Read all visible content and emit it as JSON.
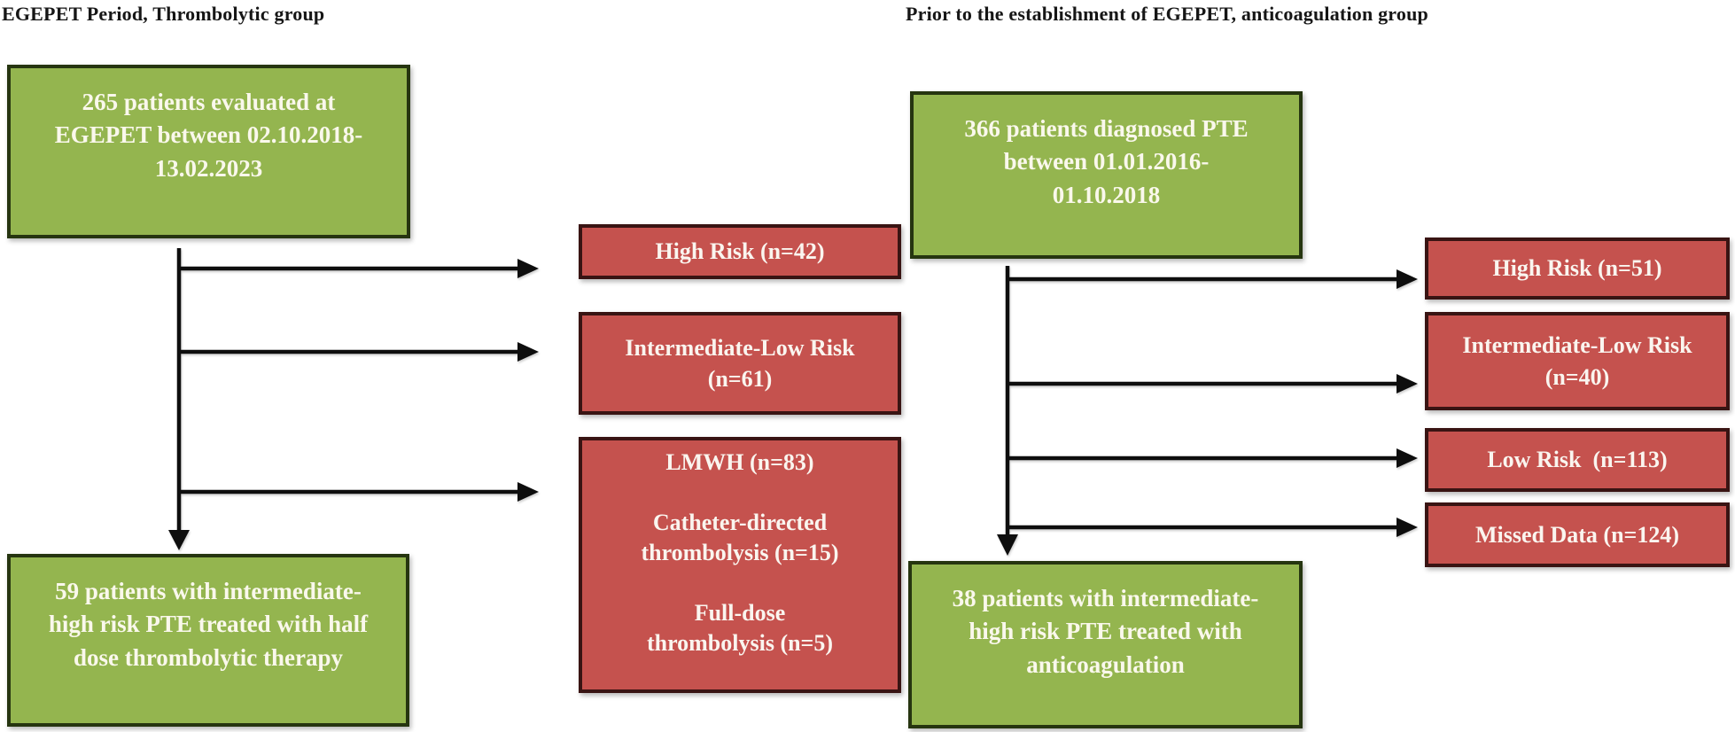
{
  "colors": {
    "green_fill": "#94b54f",
    "green_border": "#263510",
    "red_fill": "#c5524e",
    "red_border": "#391413",
    "arrow": "#0e0e0e",
    "box_text": "#faf8ec",
    "title_text": "#161616",
    "background": "#ffffff"
  },
  "left_flow": {
    "title": "EGEPET Period, Thrombolytic group",
    "source_box": {
      "text": "265 patients evaluated at\nEGEPET between 02.10.2018-\n13.02.2023"
    },
    "branches": [
      {
        "text": "High Risk (n=42)"
      },
      {
        "text": "Intermediate-Low Risk\n(n=61)"
      },
      {
        "text": "LMWH (n=83)\n\nCatheter-directed\nthrombolysis (n=15)\n\nFull-dose\nthrombolysis (n=5)"
      }
    ],
    "outcome_box": {
      "text": "59 patients with intermediate-\nhigh risk PTE treated with half\ndose thrombolytic therapy"
    }
  },
  "right_flow": {
    "title": "Prior to the establishment of EGEPET, anticoagulation group",
    "source_box": {
      "text": "366 patients diagnosed PTE\nbetween 01.01.2016-\n01.10.2018"
    },
    "branches": [
      {
        "text": "High Risk (n=51)"
      },
      {
        "text": "Intermediate-Low Risk\n(n=40)"
      },
      {
        "text": "Low Risk  (n=113)"
      },
      {
        "text": "Missed Data (n=124)"
      }
    ],
    "outcome_box": {
      "text": "38 patients with intermediate-\nhigh risk PTE treated with\nanticoagulation"
    }
  }
}
